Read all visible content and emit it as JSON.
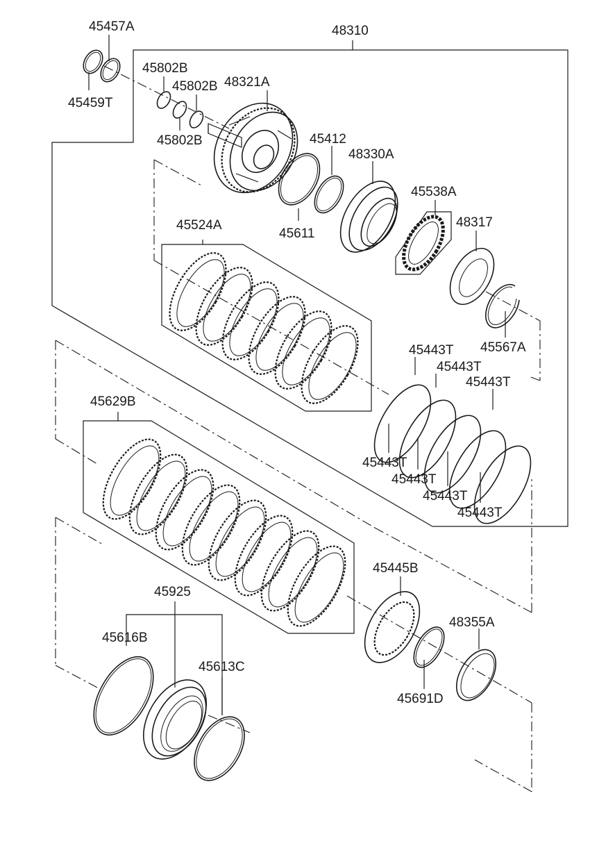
{
  "callouts": {
    "c45457a": "45457A",
    "c45459t": "45459T",
    "c45802b_1": "45802B",
    "c45802b_2": "45802B",
    "c45802b_3": "45802B",
    "c48321a": "48321A",
    "c48310": "48310",
    "c45412": "45412",
    "c48330a": "48330A",
    "c45611": "45611",
    "c45538a": "45538A",
    "c48317": "48317",
    "c45524a": "45524A",
    "c45567a": "45567A",
    "c45443t_1": "45443T",
    "c45443t_2": "45443T",
    "c45443t_3": "45443T",
    "c45443t_4": "45443T",
    "c45443t_5": "45443T",
    "c45443t_6": "45443T",
    "c45443t_7": "45443T",
    "c45629b": "45629B",
    "c45445b": "45445B",
    "c45925": "45925",
    "c48355a": "48355A",
    "c45616b": "45616B",
    "c45613c": "45613C",
    "c45691d": "45691D"
  }
}
